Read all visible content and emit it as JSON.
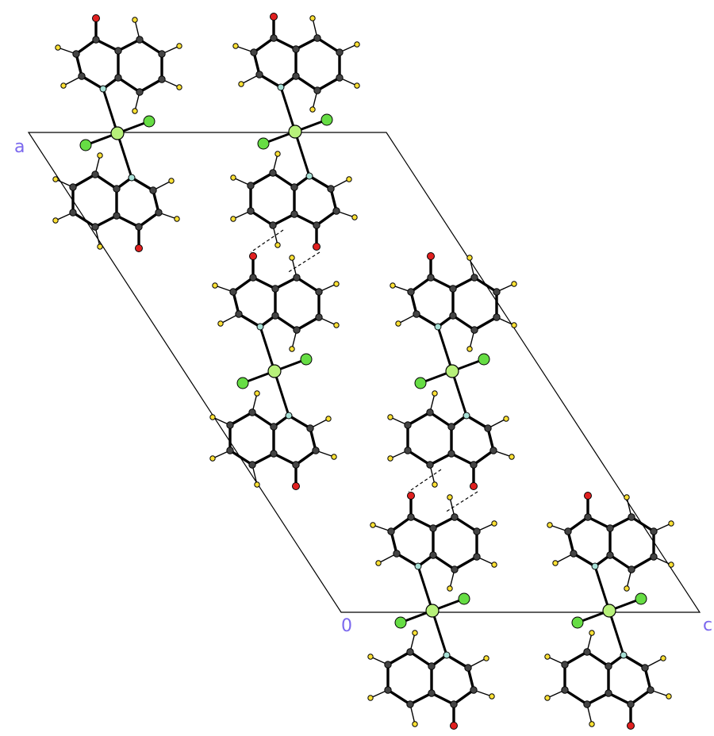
{
  "figure": {
    "description_free": true,
    "axis_labels": {
      "a": "a",
      "origin": "0",
      "c": "c"
    },
    "colors": {
      "axis_label": "#7b68ee",
      "cell": "#000000",
      "bond": "#000000",
      "carbon": "#444444",
      "hydrogen": "#ffe135",
      "nitrogen": "#a8e0d6",
      "oxygen": "#e02020",
      "zinc": "#b7f07a",
      "chlorine": "#66dd44",
      "hbond": "#000000"
    }
  }
}
